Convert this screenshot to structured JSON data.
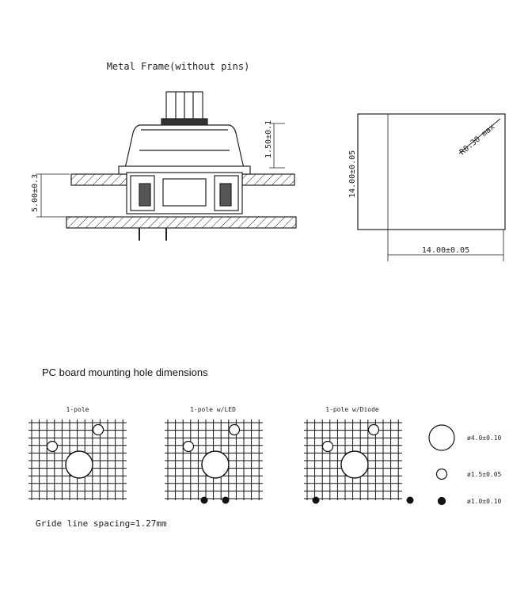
{
  "top": {
    "frame_title": "Metal Frame(without pins)",
    "dim_frame_height": "1.50±0.1",
    "dim_plate_gap": "5.00±0.3",
    "square_dim_v": "14.00±0.05",
    "square_dim_h": "14.00±0.05",
    "square_radius": "R0.30 max"
  },
  "pcb": {
    "heading": "PC board mounting hole dimensions",
    "grids": [
      {
        "label": "1-pole"
      },
      {
        "label": "1-pole w/LED"
      },
      {
        "label": "1-pole w/Diode"
      }
    ],
    "legend": [
      {
        "text": "ø4.0±0.10"
      },
      {
        "text": "ø1.5±0.05"
      },
      {
        "text": "ø1.0±0.10"
      }
    ],
    "footer": "Gride line spacing=1.27mm"
  }
}
